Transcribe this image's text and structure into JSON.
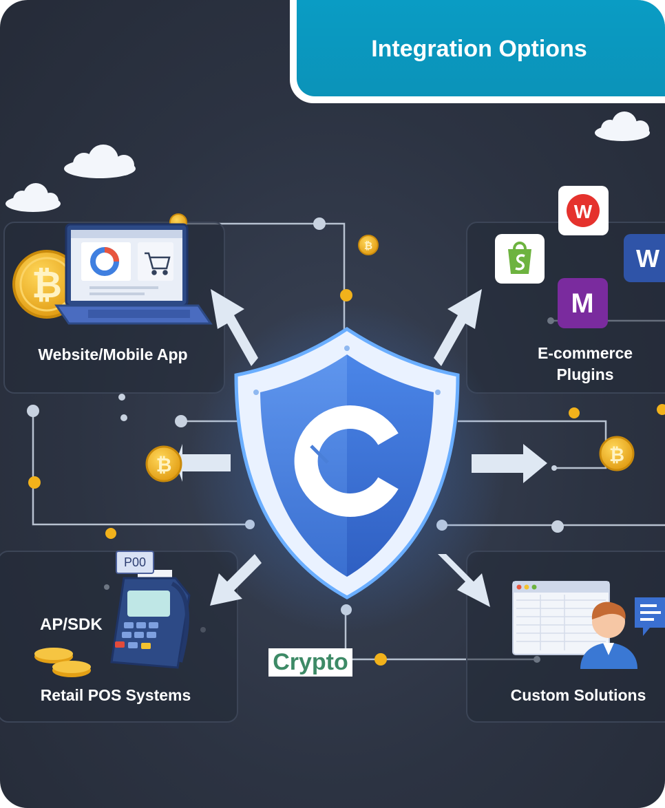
{
  "header": {
    "title": "Integration Options"
  },
  "center": {
    "logo_letter": "C"
  },
  "cards": {
    "website": {
      "label": "Website/Mobile App"
    },
    "ecommerce": {
      "label_line1": "E-commerce",
      "label_line2": "Plugins"
    },
    "pos": {
      "label": "Retail POS Systems",
      "sdk_label": "AP/SDK",
      "terminal_tag": "P00"
    },
    "custom": {
      "label": "Custom Solutions"
    }
  },
  "crypto_tag": "Crypto",
  "coin_symbol": "₿",
  "plugin_icons": {
    "w_red": "W",
    "w_blue": "W",
    "m_purple": "M"
  },
  "colors": {
    "accent_teal": "#0b9bc2",
    "background": "#2c3342",
    "shield_blue": "#3f7fe0",
    "coin_gold": "#f2b21b",
    "arrow": "#dfe8f3",
    "crypto_text": "#3d8a66"
  },
  "icons": [
    "cloud-icon",
    "bitcoin-coin-icon",
    "laptop-icon",
    "donut-chart-icon",
    "shopping-cart-icon",
    "shield-icon",
    "shopify-icon",
    "woocommerce-icon",
    "wix-icon",
    "magento-icon",
    "pos-terminal-icon",
    "coin-stack-icon",
    "spreadsheet-icon",
    "user-avatar-icon",
    "chat-bubble-icon",
    "arrow-icon"
  ]
}
